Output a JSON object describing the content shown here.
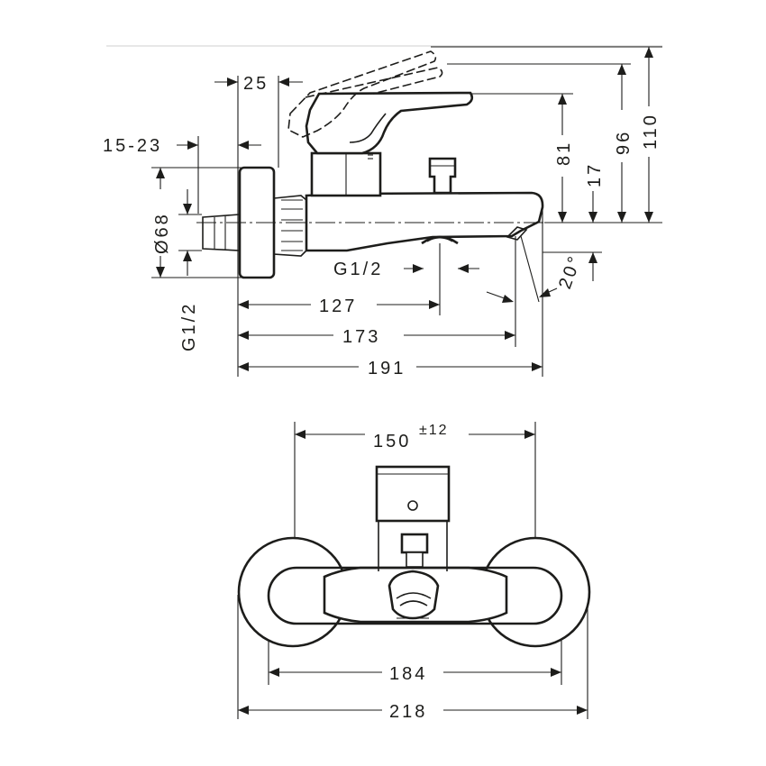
{
  "side_view": {
    "dims": {
      "d25": "25",
      "d15_23": "15-23",
      "d68": "Ø68",
      "g12_left": "G1/2",
      "g12_under": "G1/2",
      "d20deg": "20°",
      "d127": "127",
      "d173": "173",
      "d191": "191",
      "d81": "81",
      "d17": "17",
      "d96": "96",
      "d110": "110"
    }
  },
  "front_view": {
    "dims": {
      "d150": "150",
      "d150_tol": "±12",
      "d184": "184",
      "d218": "218"
    }
  },
  "colors": {
    "line": "#1d1d1b",
    "background": "#ffffff"
  }
}
